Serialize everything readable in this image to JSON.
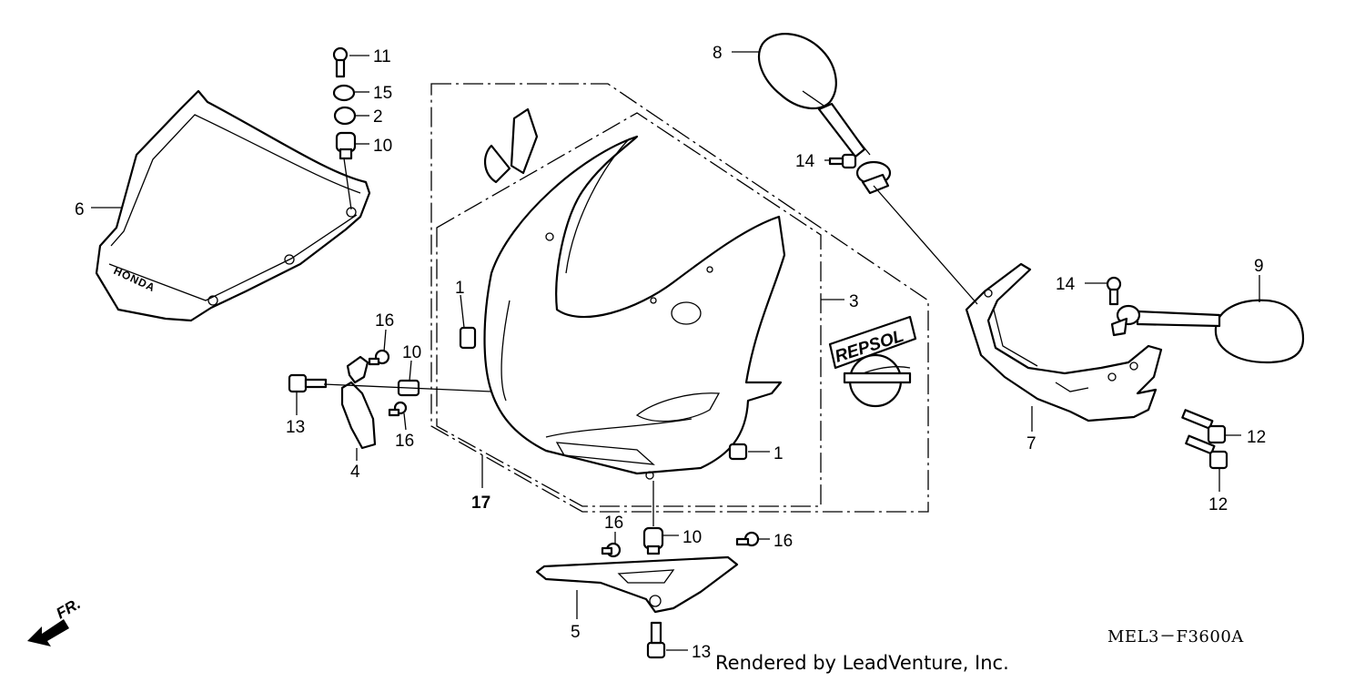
{
  "labels": {
    "p1a": "1",
    "p1b": "1",
    "p2": "2",
    "p3": "3",
    "p4": "4",
    "p5": "5",
    "p6": "6",
    "p7": "7",
    "p8": "8",
    "p9": "9",
    "p10a": "10",
    "p10b": "10",
    "p10c": "10",
    "p11": "11",
    "p12a": "12",
    "p12b": "12",
    "p13a": "13",
    "p13b": "13",
    "p14a": "14",
    "p14b": "14",
    "p15": "15",
    "p16a": "16",
    "p16b": "16",
    "p16c": "16",
    "p16d": "16",
    "p17": "17"
  },
  "decals": {
    "repsol": "REPSOL",
    "honda": "HONDA"
  },
  "direction_marker": "FR.",
  "diagram_code": "MEL3－F3600A",
  "footer": "Rendered by LeadVenture, Inc."
}
